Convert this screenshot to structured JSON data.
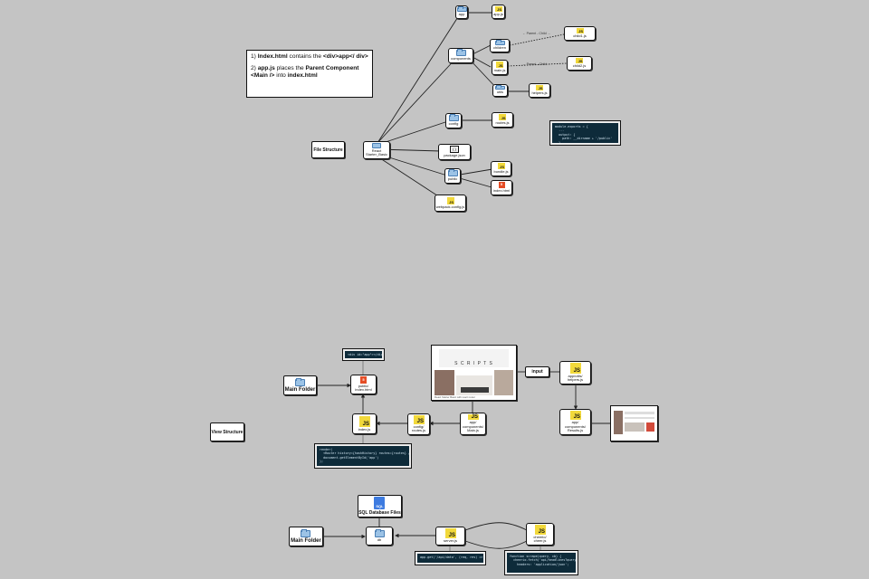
{
  "note": {
    "line1_num": "1) ",
    "line1_a": "Index.html",
    "line1_b": " contains the ",
    "line1_c": "<div>app</ div>",
    "line2_num": "2) ",
    "line2_a": "app.js",
    "line2_b": " places the ",
    "line2_c": "Parent Component <Main />",
    "line2_d": " into ",
    "line2_e": "index.html"
  },
  "file_structure": {
    "title": "File Structure",
    "root": "React\nStarter_Basic",
    "nodes": {
      "app": "app",
      "app_js": "app.js",
      "components": "components",
      "children": "children",
      "child1": "child1.js",
      "child2": "child2.js",
      "main": "main.js",
      "utils": "utils",
      "helpers": "helpers.js",
      "config": "config",
      "routes": "routes.js",
      "package": "package.json",
      "public": "public",
      "bundle": "bundle.js",
      "index_html": "index.html",
      "webpack": "webpack.config.js"
    },
    "edge_labels": {
      "children_child1": "← Parent - Child →",
      "main_child2": "← Parent - Child →"
    },
    "code_snippet": "module.exports = {\n  ...\n  output: {\n    path: __dirname + '/public'\n  }\n}"
  },
  "view_structure": {
    "title": "View Structure",
    "main_folder": "Main Folder",
    "index_html": "public/\nindex.html",
    "index_js": "index.js",
    "routes": "config/\nroutes.js",
    "main": "app/\ncomponents/\nMain.js",
    "helpers": "app/utils/\nhelpers.js",
    "results": "app/\ncomponents/\nResults.js",
    "input": "input",
    "code_top": "<div id=\"app\"></div>",
    "code_bottom": "render(\n  <Router history={hashHistory} routes={routes} />,\n  document.getElementById('app')\n);",
    "screenshot_brand": "S C R I P T S",
    "screenshot_cap": "React Starter Basic with react router"
  },
  "db_structure": {
    "sql": "SQL Database Files",
    "main_folder": "Main Folder",
    "db": "db",
    "server": "server.js",
    "cheerio": "cheerio/\ncheer.js",
    "code_left": "app.get('/api/data', (req, res) => {",
    "code_right": "function scrape(query, cb) {\n  cheerio.fetch('api/headlines?query', ...\n    headers: 'application/json';"
  },
  "colors": {
    "background": "#c4c4c4",
    "js_yellow": "#f2d93b",
    "html_orange": "#e44d26",
    "folder_blue": "#9cc3e6",
    "code_bg": "#0e2b3a"
  }
}
